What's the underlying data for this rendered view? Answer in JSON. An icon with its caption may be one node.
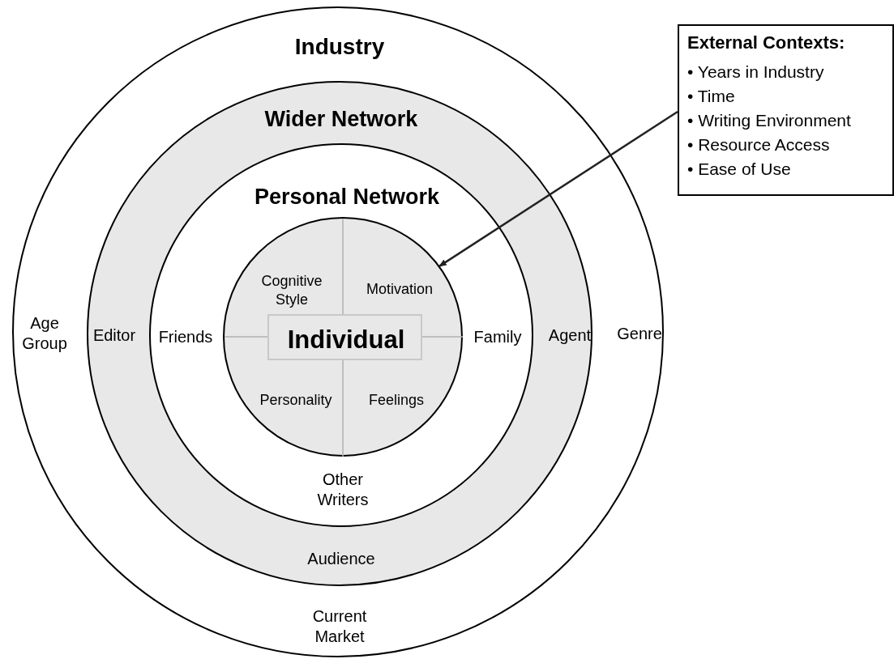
{
  "diagram": {
    "nodes": [
      {
        "text": [
          "Industry",
          "Age Group",
          "Genre",
          "Current Market"
        ]
      },
      {
        "text": [
          "Wider Network",
          "Editor",
          "Agent",
          "Audience"
        ],
        "in": 0
      },
      {
        "text": [
          "Personal Network",
          "Friends",
          "Family",
          "Other Writers"
        ],
        "in": 1
      },
      {
        "text": [
          "Cognitive Style",
          "Motivation",
          "Personality",
          "Feelings"
        ],
        "in": 2
      },
      {
        "text": [
          "Individual"
        ],
        "in": 3
      },
      {
        "text": [
          "External Contexts:",
          "• Years in Industry",
          "• Time",
          "• Writing Environment",
          "• Resource Access",
          "• Ease of Use"
        ]
      }
    ],
    "edges": [
      {
        "from": 5,
        "to": 3,
        "arrow": "to"
      }
    ]
  }
}
